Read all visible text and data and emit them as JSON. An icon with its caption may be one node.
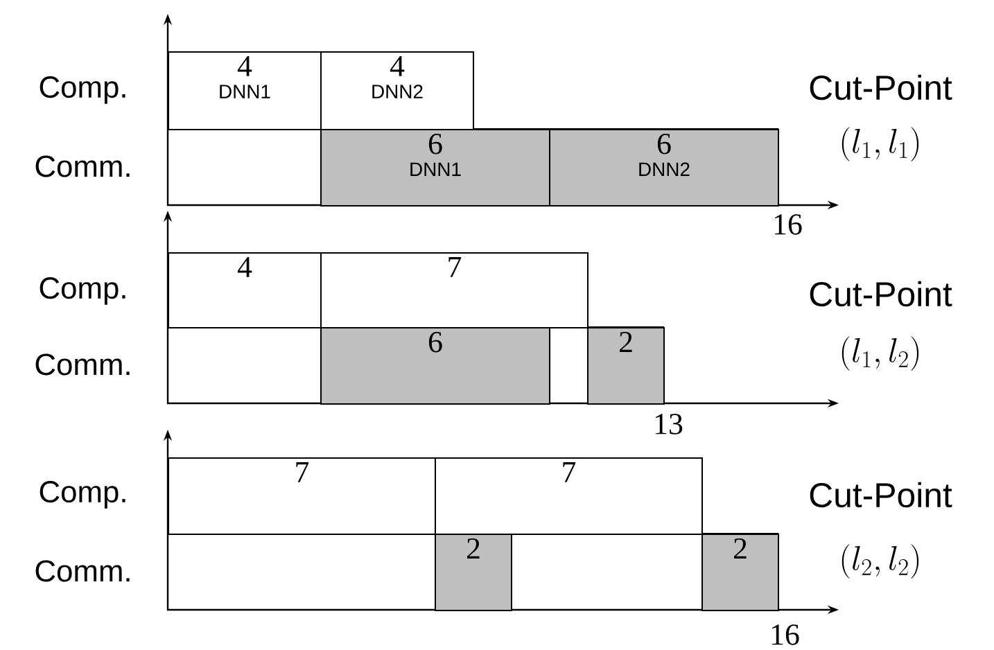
{
  "diagram": {
    "nodes": [
      {
        "text": [
          "4",
          "DNN1"
        ]
      },
      {
        "text": [
          "4",
          "DNN2"
        ]
      },
      {
        "text": [
          "6",
          "DNN1"
        ]
      },
      {
        "text": [
          "6",
          "DNN2"
        ]
      },
      {
        "text": [
          "4"
        ]
      },
      {
        "text": [
          "7"
        ]
      },
      {
        "text": [
          "6"
        ]
      },
      {
        "text": [
          "2"
        ]
      },
      {
        "text": [
          "7"
        ]
      },
      {
        "text": [
          "7"
        ]
      },
      {
        "text": [
          "2"
        ]
      },
      {
        "text": [
          "2"
        ]
      }
    ],
    "labels": [
      "Comp.",
      "Cut-Point",
      "Comm.",
      "(l_1,l_1)",
      "16",
      "Comp.",
      "Cut-Point",
      "Comm.",
      "(l_1,l_2)",
      "13",
      "Comp.",
      "Cut-Point",
      "Comm.",
      "(l_2,l_2)",
      "16"
    ]
  }
}
